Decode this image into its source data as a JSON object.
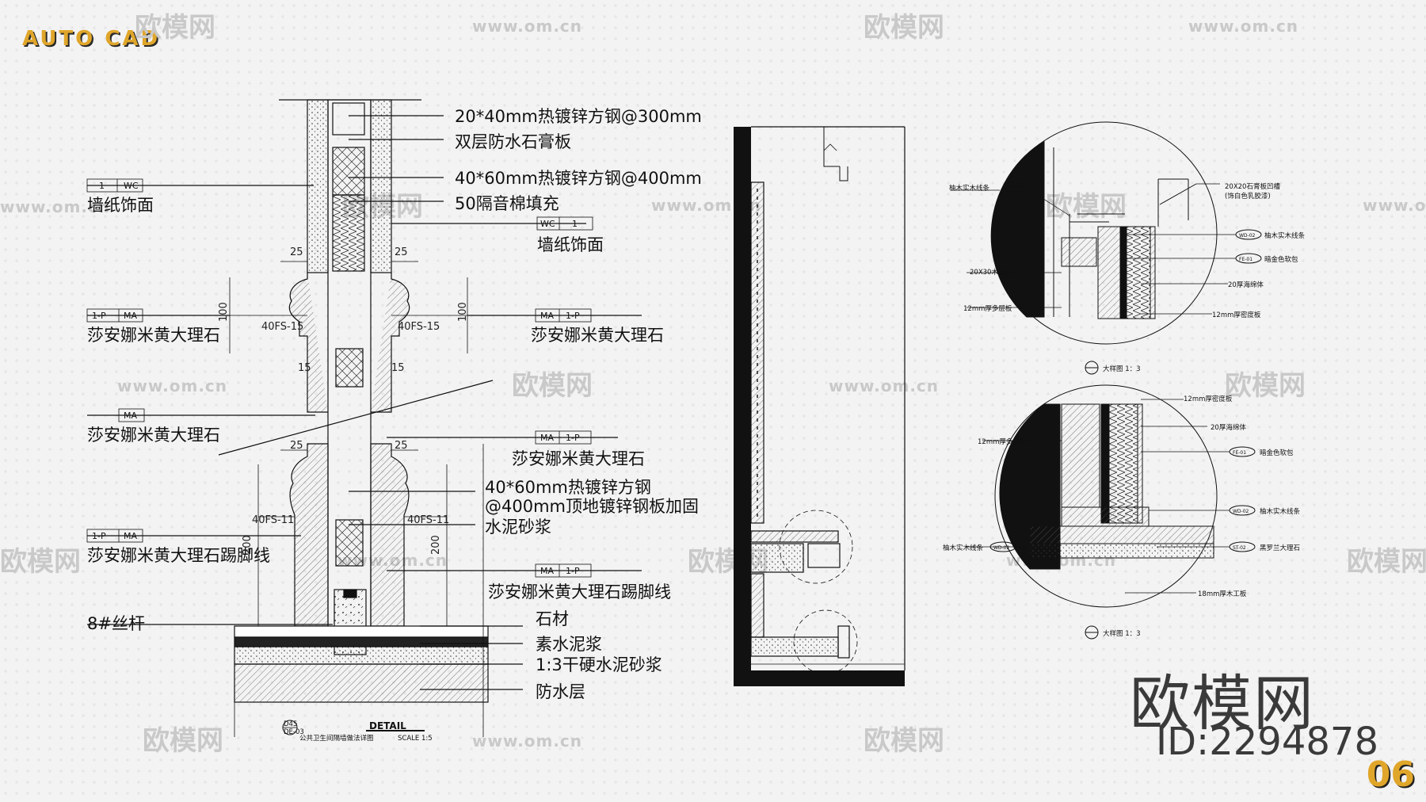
{
  "brand": "AUTO CAD",
  "site_logo": "欧模网",
  "model_id": "ID:2294878",
  "page_number": "06",
  "colors": {
    "brand_accent": "#e0a62a",
    "line": "#111111",
    "watermark": "#c9c9c9"
  },
  "watermark": {
    "site": "欧模网",
    "url": "www.om.cn"
  },
  "section_left": {
    "labels": {
      "steel_20x40": "20*40mm热镀锌方钢@300mm",
      "gypsum": "双层防水石膏板",
      "steel_40x60": "40*60mm热镀锌方钢@400mm",
      "cotton": "50隔音棉填充",
      "wallpaper_left": "墙纸饰面",
      "wallpaper_right": "墙纸饰面",
      "marble_1": "莎安娜米黄大理石",
      "marble_2": "莎安娜米黄大理石",
      "marble_3": "莎安娜米黄大理石",
      "marble_4": "莎安娜米黄大理石",
      "steel_reinf_1": "40*60mm热镀锌方钢",
      "steel_reinf_2": "@400mm顶地镀锌钢板加固",
      "cement_mortar": "水泥砂浆",
      "skirting_left": "莎安娜米黄大理石踢脚线",
      "skirting_right": "莎安娜米黄大理石踢脚线",
      "rod": "8#丝杆",
      "stone": "石材",
      "slurry": "素水泥浆",
      "dry_mortar": "1:3干硬水泥砂浆",
      "waterproof": "防水层"
    },
    "tags": {
      "t1_num": "1",
      "t1_code": "WC",
      "t2_code": "WC",
      "t2_num": "1",
      "t3_num": "1-P",
      "t3_code": "MA",
      "t4_code": "MA",
      "t4_num": "1-P",
      "t5_code": "MA",
      "t6_code": "MA",
      "t6_num": "1-P",
      "t7_num": "1-P",
      "t7_code": "MA",
      "t8_code": "MA",
      "t8_num": "1-P"
    },
    "dimensions": {
      "d25a": "25",
      "d25b": "25",
      "d25c": "25",
      "d25d": "25",
      "d100a": "100",
      "d100b": "100",
      "d15a": "15",
      "d15b": "15",
      "d200a": "200",
      "d200b": "200",
      "fs15a": "40FS-15",
      "fs15b": "40FS-15",
      "fs11a": "40FS-11",
      "fs11b": "40FS-11"
    },
    "title_block": {
      "number": "D45",
      "sheet": "DE-03",
      "caption": "公共卫生间隔墙做法详图",
      "detail": "DETAIL",
      "scale": "SCALE 1:5"
    }
  },
  "detail_top": {
    "labels": {
      "l_wood_trim": "柚木实木线条",
      "l_20x30": "20X30木龙骨",
      "l_12ply": "12mm厚多层板",
      "r_groove": "20X20石膏板凹槽",
      "r_groove2": "(饰白色乳胶漆)",
      "r_wood_trim": "柚木实木线条",
      "r_gold": "暗金色软包",
      "r_sponge": "20厚海绵体",
      "r_density": "12mm厚密度板"
    },
    "tags": {
      "l_tag": "WD-02",
      "r_tag1": "WD-02",
      "r_tag2": "FE-01"
    },
    "caption": "大样图 1：3"
  },
  "detail_bottom": {
    "labels": {
      "density": "12mm厚密度板",
      "sponge": "20厚海绵体",
      "ply": "12mm厚多层板",
      "gold": "暗金色软包",
      "wood_trim_r": "柚木实木线条",
      "wood_trim_l": "柚木实木线条",
      "stone": "黑罗兰大理石",
      "board": "18mm厚木工板"
    },
    "tags": {
      "gold_tag": "FE-01",
      "trim_tag": "WD-02",
      "trim_l_tag": "WD-02",
      "stone_tag": "ST-02"
    },
    "caption": "大样图 1：3"
  }
}
